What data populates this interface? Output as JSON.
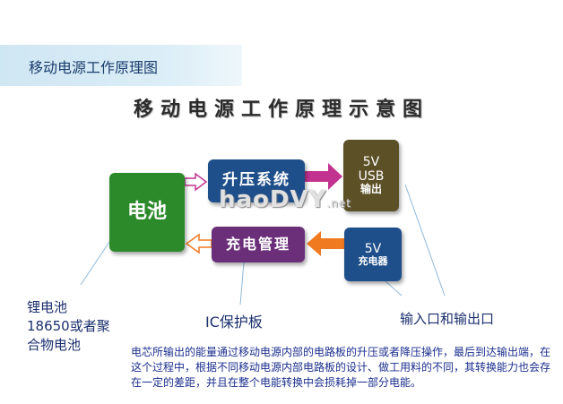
{
  "header": {
    "title": "移动电源工作原理图"
  },
  "diagram": {
    "title": "移动电源工作原理示意图",
    "blocks": {
      "battery": "电池",
      "boost": "升压系统",
      "charge_management": "充电管理",
      "usb_output": {
        "line1": "5V",
        "line2": "USB",
        "line3": "输出"
      },
      "charger": {
        "line1": "5V",
        "line2": "充电器"
      }
    },
    "watermark": {
      "main": "haoDVY",
      "suffix": ".net"
    },
    "colors": {
      "battery": "#2d8a2b",
      "boost": "#1f4f8a",
      "charge_management": "#6b2f7a",
      "usb_output": "#5c5026",
      "charger": "#1f4f8a",
      "arrow_forward": "#c2338f",
      "arrow_back": "#f07a20",
      "caption_text": "#1b2f8e"
    }
  },
  "labels": {
    "battery_type": {
      "line1": "锂电池",
      "line2": "18650或者聚",
      "line3": "合物电池"
    },
    "ic": "IC保护板",
    "io": "输入口和输出口"
  },
  "description": "电芯所输出的能量通过移动电源内部的电路板的升压或者降压操作，最后到达输出端，在这个过程中，根据不同移动电源内部电路板的设计、做工用料的不同，其转换能力也会存在一定的差距，并且在整个电能转换中会损耗掉一部分电能。"
}
